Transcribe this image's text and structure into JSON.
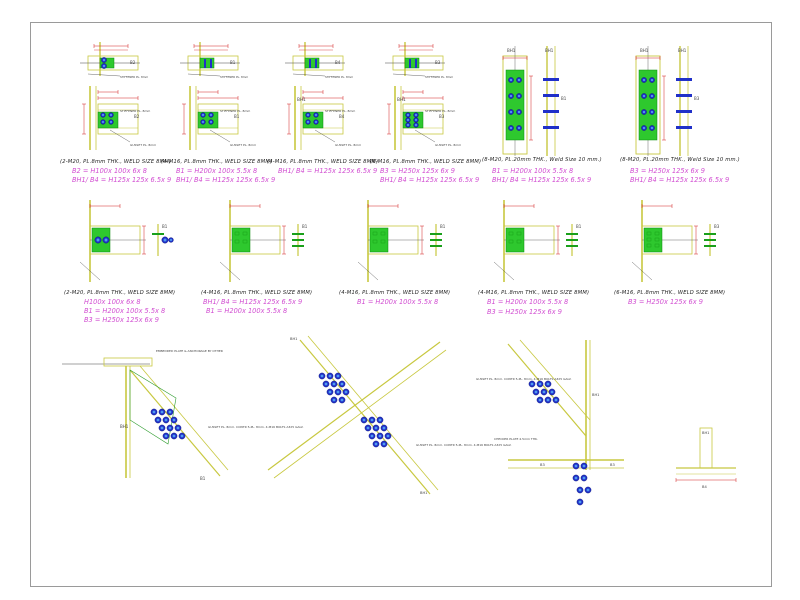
{
  "colors": {
    "member": "#c8c840",
    "plate": "#2ec82e",
    "bolt": "#2030c8",
    "dimension": "#d22020",
    "note": "#d24fd2",
    "line": "#444444"
  },
  "row1": {
    "captions": [
      {
        "spec": "(2-M20, PL.8mm THK., WELD SIZE 8MM)",
        "lines": [
          "B2 = H100x 100x 6x 8",
          "BH1/ B4 = H125x 125x 6.5x 9"
        ]
      },
      {
        "spec": "(4-M16, PL.8mm THK., WELD SIZE 8MM)",
        "lines": [
          "B1 = H200x 100x 5.5x 8",
          "BH1/ B4 = H125x 125x 6.5x 9"
        ]
      },
      {
        "spec": "(4-M16, PL.8mm THK., WELD SIZE 8MM)",
        "lines": [
          "BH1/ B4 = H125x 125x 6.5x 9"
        ]
      },
      {
        "spec": "(6-M16, PL.8mm THK., WELD SIZE 8MM)",
        "lines": [
          "B3 = H250x 125x 6x 9",
          "BH1/ B4 = H125x 125x 6.5x 9"
        ]
      },
      {
        "spec": "(8-M20, PL.20mm THK., Weld Size 10 mm.)",
        "lines": [
          "B1 = H200x 100x 5.5x 8",
          "BH1/ B4 = H125x 125x 6.5x 9"
        ]
      },
      {
        "spec": "(8-M20, PL.20mm THK., Weld Size 10 mm.)",
        "lines": [
          "B3 = H250x 125x 6x 9",
          "BH1/ B4 = H125x 125x 6.5x 9"
        ]
      }
    ]
  },
  "row2": {
    "captions": [
      {
        "spec": "(2-M20, PL.8mm THK., WELD SIZE 8MM)",
        "lines": [
          "H100x 100x 6x 8",
          "B1 = H200x 100x 5.5x 8",
          "B3 = H250x 125x 6x 9"
        ]
      },
      {
        "spec": "(4-M16, PL.8mm THK., WELD SIZE 8MM)",
        "lines": [
          "BH1/ B4 = H125x 125x 6.5x 9",
          "B1 = H200x 100x 5.5x 8"
        ]
      },
      {
        "spec": "(4-M16, PL.8mm THK., WELD SIZE 8MM)",
        "lines": [
          "B1 = H200x 100x 5.5x 8"
        ]
      },
      {
        "spec": "(4-M16, PL.8mm THK., WELD SIZE 8MM)",
        "lines": [
          "B1 = H200x 100x 5.5x 8",
          "B3 = H250x 125x 6x 9"
        ]
      },
      {
        "spec": "(6-M16, PL.8mm THK., WELD SIZE 8MM)",
        "lines": [
          "B3 = H250x 125x 6x 9"
        ]
      }
    ]
  },
  "labels": {
    "b1": "B1",
    "b2": "B2",
    "b3": "B3",
    "b4": "B4",
    "bh1": "BH1",
    "stiffener": "STIFFENER PL. 8mm",
    "gusset": "GUSSET PL. 8mm",
    "embedded": "EMBEDDED PLATE & ANCHORAGE BY OTHER",
    "gusset_bolts": "GUSSET PL. 8mm. CONTR 5-PL. 8mm. 4-M16 BOLTS A325 GALV.",
    "checker": "CHECKER PLATE 4.5mm THK."
  }
}
